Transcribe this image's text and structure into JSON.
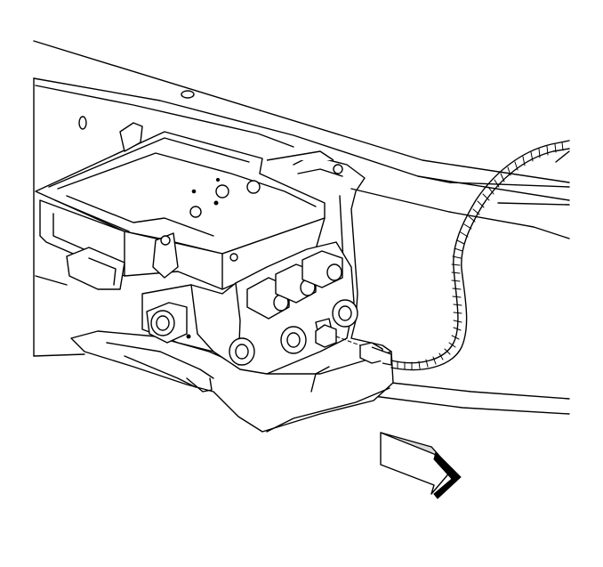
{
  "diagram": {
    "labels": [],
    "parts": [
      "frame-rail",
      "abs-modulator-assembly",
      "valve-body",
      "mounting-bracket",
      "wiring-harness",
      "harness-connector",
      "direction-arrow"
    ],
    "colors": {
      "line": "#000000",
      "background": "#ffffff",
      "arrow_shade": "#d9d9d9"
    }
  }
}
